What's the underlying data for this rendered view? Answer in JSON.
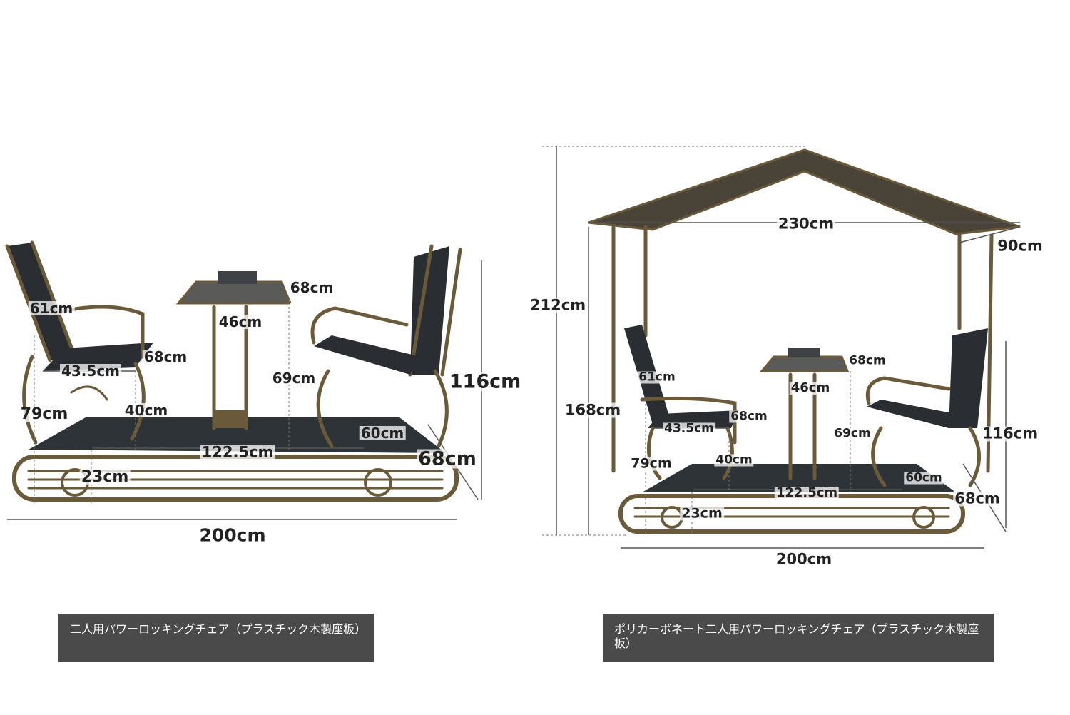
{
  "left": {
    "caption": "二人用パワーロッキングチェア（プラスチック木製座板）",
    "dims": {
      "d61": "61cm",
      "d43_5": "43.5cm",
      "d68_seat": "68cm",
      "d79": "79cm",
      "d40": "40cm",
      "d23": "23cm",
      "d68_table": "68cm",
      "d46": "46cm",
      "d69": "69cm",
      "d122_5": "122.5cm",
      "d60": "60cm",
      "d116": "116cm",
      "d68_depth": "68cm",
      "d200": "200cm"
    }
  },
  "right": {
    "caption": "ポリカーボネート二人用パワーロッキングチェア（プラスチック木製座板）",
    "dims": {
      "d230": "230cm",
      "d90": "90cm",
      "d212": "212cm",
      "d168": "168cm",
      "d61": "61cm",
      "d68_table": "68cm",
      "d46": "46cm",
      "d43_5": "43.5cm",
      "d68_seat": "68cm",
      "d69": "69cm",
      "d116": "116cm",
      "d79": "79cm",
      "d40": "40cm",
      "d122_5": "122.5cm",
      "d60": "60cm",
      "d68_depth": "68cm",
      "d23": "23cm",
      "d200": "200cm"
    }
  },
  "colors": {
    "frame": "#6b5a3a",
    "deck": "#2e3338",
    "seat": "#2a2d31",
    "roof": "#4a4438",
    "caption_bg": "#4a4a4a"
  }
}
